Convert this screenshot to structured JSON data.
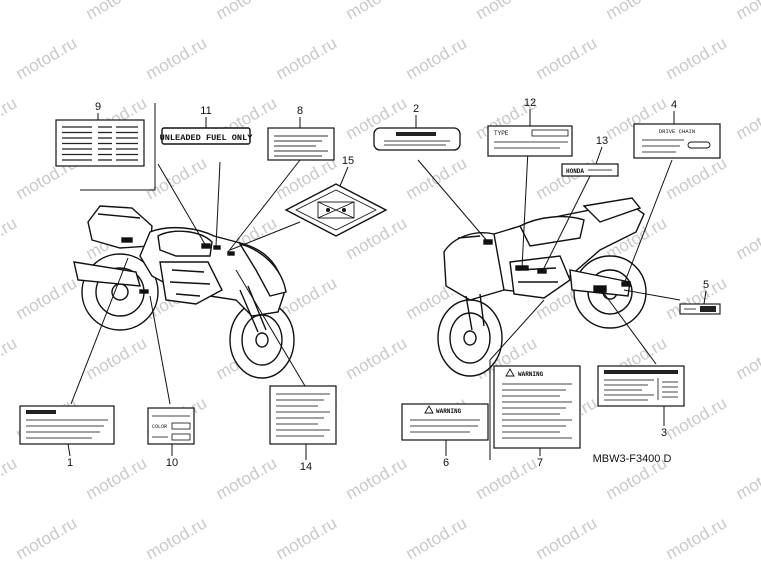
{
  "watermark": "motod.ru",
  "diagram_code": "MBW3-F3400 D",
  "callouts": [
    "1",
    "2",
    "3",
    "4",
    "5",
    "6",
    "7",
    "8",
    "9",
    "10",
    "11",
    "12",
    "13",
    "14",
    "15"
  ],
  "labels": {
    "unleaded": "UNLEADED FUEL ONLY",
    "type": "TYPE",
    "drive_chain": "DRIVE CHAIN",
    "warning": "WARNING",
    "color": "COLOR",
    "honda": "HONDA"
  }
}
